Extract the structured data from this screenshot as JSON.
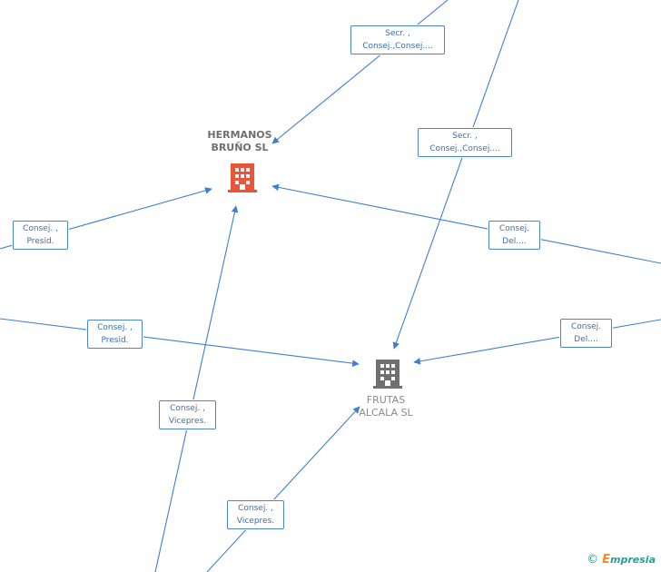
{
  "colors": {
    "edge": "#3f7fcf",
    "label_border": "#4a86c8",
    "main_company_icon": "#e8553a",
    "other_company_icon": "#707070"
  },
  "nodes": {
    "hermanos": {
      "line1": "HERMANOS",
      "line2": "BRUÑO SL",
      "icon": "building-icon"
    },
    "frutas": {
      "line1": "FRUTAS",
      "line2": "ALCALA SL",
      "icon": "building-icon"
    }
  },
  "edge_labels": [
    {
      "line1": "Secr. ,",
      "line2": "Consej.,Consej...."
    },
    {
      "line1": "Secr. ,",
      "line2": "Consej.,Consej...."
    },
    {
      "line1": "Consej. ,",
      "line2": "Presid."
    },
    {
      "line1": "Consej.",
      "line2": "Del...."
    },
    {
      "line1": "Consej. ,",
      "line2": "Presid."
    },
    {
      "line1": "Consej.",
      "line2": "Del...."
    },
    {
      "line1": "Consej. ,",
      "line2": "Vicepres."
    },
    {
      "line1": "Consej. ,",
      "line2": "Vicepres."
    }
  ],
  "brand": {
    "copyright": "©",
    "e": "E",
    "rest": "mpresia"
  }
}
